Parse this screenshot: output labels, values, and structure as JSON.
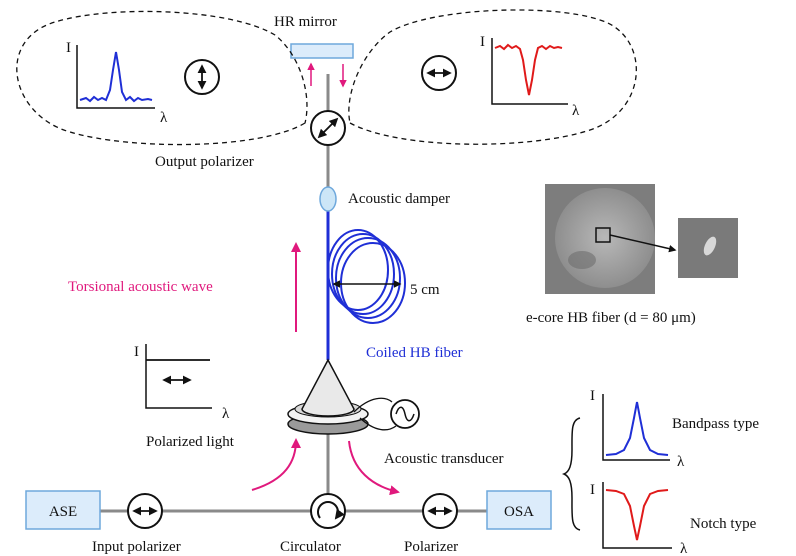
{
  "labels": {
    "hr_mirror": "HR mirror",
    "output_polarizer": "Output polarizer",
    "acoustic_damper": "Acoustic damper",
    "torsional_wave": "Torsional acoustic wave",
    "coil_size": "5 cm",
    "coiled_fiber": "Coiled HB fiber",
    "fiber_caption": "e-core HB fiber (d = 80 μm)",
    "polarized_light": "Polarized light",
    "acoustic_transducer": "Acoustic transducer",
    "bandpass_type": "Bandpass type",
    "notch_type": "Notch type",
    "ase": "ASE",
    "osa": "OSA",
    "input_polarizer": "Input polarizer",
    "circulator": "Circulator",
    "polarizer": "Polarizer"
  },
  "axis": {
    "intensity": "I",
    "wavelength": "λ"
  },
  "colors": {
    "magenta": "#e0197d",
    "blue_fiber": "#1f2fd6",
    "red_curve": "#e01a1a",
    "box_fill": "#dcecfb",
    "box_stroke": "#6ea8dc",
    "gray_line": "#8a8a8a"
  }
}
